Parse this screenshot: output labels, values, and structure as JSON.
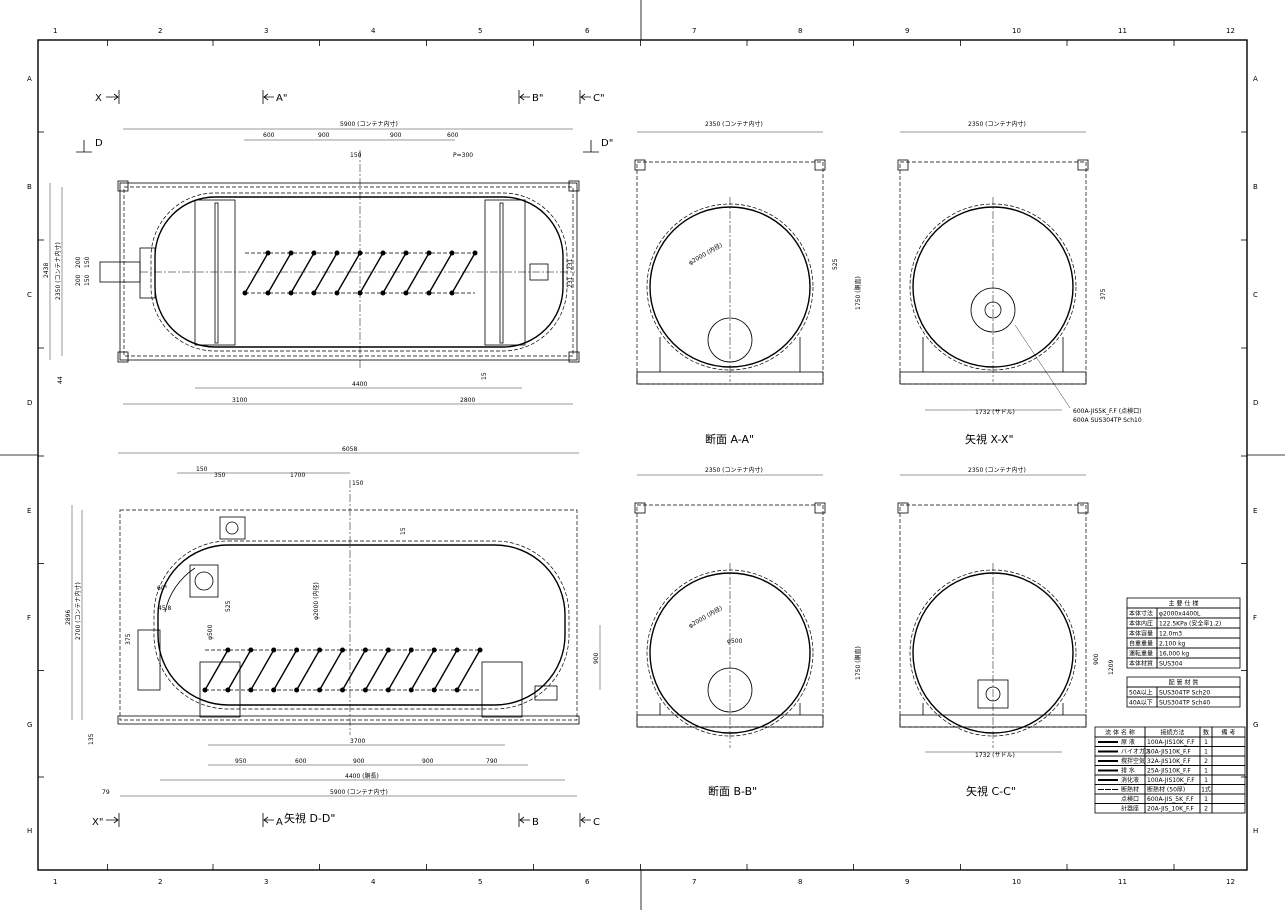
{
  "grid": {
    "columns": [
      "1",
      "2",
      "3",
      "4",
      "5",
      "6",
      "7",
      "8",
      "9",
      "10",
      "11",
      "12"
    ],
    "rows": [
      "A",
      "B",
      "C",
      "D",
      "E",
      "F",
      "G",
      "H"
    ]
  },
  "section_marks": {
    "x": "X",
    "a": "A\"",
    "b": "B\"",
    "c": "C\"",
    "d": "D",
    "d2": "D\"",
    "x2": "X\"",
    "a2": "A",
    "b2": "B",
    "c2": "C"
  },
  "plan_view": {
    "dims": [
      "5900 (コンテナ内寸)",
      "600",
      "900",
      "900",
      "600",
      "150",
      "P=300",
      "4400",
      "3100",
      "2800",
      "2438",
      "2350 (コンテナ内寸)",
      "200",
      "200",
      "150",
      "150",
      "231",
      "231",
      "44",
      "15"
    ]
  },
  "side_view": {
    "label": "矢視 D-D\"",
    "dims": [
      "6058",
      "150",
      "350",
      "1700",
      "150",
      "15",
      "φ2000 (内径)",
      "60°",
      "45.8",
      "525",
      "φ500",
      "375",
      "900",
      "3700",
      "950",
      "600",
      "900",
      "900",
      "790",
      "4400 (胴長)",
      "5900 (コンテナ内寸)",
      "2896",
      "2700 (コンテナ内寸)",
      "135",
      "79"
    ]
  },
  "section_a": {
    "label": "断面 A-A\"",
    "dims": [
      "2350 (コンテナ内寸)",
      "φ2000 (内径)",
      "525",
      "1750 (胴直)"
    ]
  },
  "view_x": {
    "label": "矢視 X-X\"",
    "dims": [
      "2350 (コンテナ内寸)",
      "375",
      "1732 (サドル)"
    ],
    "note1": "600A-JIS5K_F.F (点検口)",
    "note2": "600A SUS304TP Sch10"
  },
  "section_b": {
    "label": "断面 B-B\"",
    "dims": [
      "2350 (コンテナ内寸)",
      "φ2000 (内径)",
      "φ500",
      "1750 (胴直)"
    ]
  },
  "view_c": {
    "label": "矢視 C-C\"",
    "dims": [
      "2350 (コンテナ内寸)",
      "900",
      "1209",
      "1732 (サドル)"
    ]
  },
  "spec_table": {
    "title": "主 要 仕 様",
    "rows": [
      [
        "本体寸法",
        "φ2000x4400L"
      ],
      [
        "本体内圧",
        "122.5KPa (安全率1.2)"
      ],
      [
        "本体容量",
        "12.0m3"
      ],
      [
        "自重重量",
        "2,100 kg"
      ],
      [
        "運転重量",
        "16,000 kg"
      ],
      [
        "本体材質",
        "SUS304"
      ]
    ]
  },
  "pipe_table": {
    "title": "配 管 材 質",
    "rows": [
      [
        "50A以上",
        "SUS304TP Sch20"
      ],
      [
        "40A以下",
        "SUS304TP Sch40"
      ]
    ]
  },
  "legend_table": {
    "headers": [
      "流 体 名 称",
      "接続方法",
      "数",
      "備 考"
    ],
    "rows": [
      [
        "原 液",
        "100A-JIS10K_F.F",
        "1"
      ],
      [
        "バイオガス",
        "50A-JIS10K_F.F",
        "1"
      ],
      [
        "撹拌空気",
        "32A-JIS10K_F.F",
        "2"
      ],
      [
        "排 水",
        "25A-JIS10K_F.F",
        "1"
      ],
      [
        "消化液",
        "100A-JIS10K_F.F",
        "1"
      ],
      [
        "断熱材",
        "断熱材 (50厚)",
        "1式"
      ],
      [
        "点検口",
        "600A-JIS_5K_F.F",
        "1"
      ],
      [
        "計器座",
        "20A-JIS_10K_F.F",
        "2"
      ]
    ]
  }
}
